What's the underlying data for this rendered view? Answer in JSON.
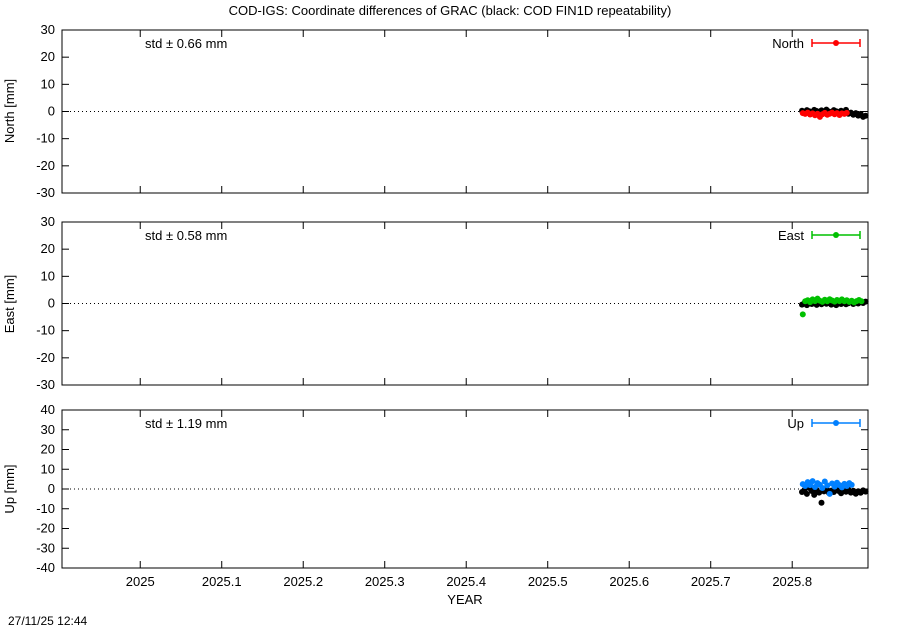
{
  "title": "COD-IGS: Coordinate differences of GRAC (black: COD FIN1D repeatability)",
  "timestamp": "27/11/25 12:44",
  "axes": {
    "xlabel": "YEAR",
    "xlim": [
      2024.904,
      2025.893
    ],
    "x_ticks": [
      2025.0,
      2025.1,
      2025.2,
      2025.3,
      2025.4,
      2025.5,
      2025.6,
      2025.7,
      2025.8
    ],
    "x_tick_labels": [
      "2025",
      "2025.1",
      "2025.2",
      "2025.3",
      "2025.4",
      "2025.5",
      "2025.6",
      "2025.7",
      "2025.8"
    ]
  },
  "chart_data": [
    {
      "type": "scatter",
      "name": "north",
      "ylabel": "North [mm]",
      "ylim": [
        -30,
        30
      ],
      "yticks": [
        -30,
        -20,
        -10,
        0,
        10,
        20,
        30
      ],
      "std_label": "std ± 0.66 mm",
      "legend_label": "North",
      "color": "#ff0000",
      "zero_line": true,
      "series": [
        {
          "name": "COD FIN1D repeatability",
          "color": "#000000",
          "points": [
            [
              2025.812,
              0.3
            ],
            [
              2025.815,
              -0.2
            ],
            [
              2025.818,
              0.5
            ],
            [
              2025.821,
              0.1
            ],
            [
              2025.824,
              -0.4
            ],
            [
              2025.827,
              0.6
            ],
            [
              2025.83,
              0.2
            ],
            [
              2025.833,
              -0.6
            ],
            [
              2025.836,
              0.4
            ],
            [
              2025.839,
              -0.1
            ],
            [
              2025.842,
              0.7
            ],
            [
              2025.845,
              0.0
            ],
            [
              2025.848,
              -0.3
            ],
            [
              2025.851,
              0.5
            ],
            [
              2025.854,
              0.1
            ],
            [
              2025.857,
              -0.5
            ],
            [
              2025.86,
              0.3
            ],
            [
              2025.863,
              -0.2
            ],
            [
              2025.866,
              0.6
            ],
            [
              2025.869,
              -0.8
            ],
            [
              2025.872,
              -0.4
            ],
            [
              2025.875,
              -1.2
            ],
            [
              2025.878,
              -0.6
            ],
            [
              2025.881,
              -1.5
            ],
            [
              2025.884,
              -0.9
            ],
            [
              2025.887,
              -2.0
            ],
            [
              2025.89,
              -1.6
            ]
          ]
        },
        {
          "name": "North COD-IGS",
          "color": "#ff0000",
          "points": [
            [
              2025.813,
              -0.6
            ],
            [
              2025.816,
              -0.9
            ],
            [
              2025.819,
              -0.4
            ],
            [
              2025.822,
              -1.1
            ],
            [
              2025.825,
              -0.7
            ],
            [
              2025.828,
              -1.4
            ],
            [
              2025.831,
              -0.8
            ],
            [
              2025.834,
              -2.0
            ],
            [
              2025.837,
              -1.0
            ],
            [
              2025.84,
              -0.5
            ],
            [
              2025.843,
              -1.2
            ],
            [
              2025.846,
              -0.8
            ],
            [
              2025.849,
              -0.4
            ],
            [
              2025.852,
              -1.0
            ],
            [
              2025.855,
              -0.6
            ],
            [
              2025.858,
              -1.3
            ],
            [
              2025.861,
              -0.7
            ],
            [
              2025.864,
              -0.9
            ],
            [
              2025.867,
              -0.5
            ]
          ]
        }
      ]
    },
    {
      "type": "scatter",
      "name": "east",
      "ylabel": "East [mm]",
      "ylim": [
        -30,
        30
      ],
      "yticks": [
        -30,
        -20,
        -10,
        0,
        10,
        20,
        30
      ],
      "std_label": "std ± 0.58 mm",
      "legend_label": "East",
      "color": "#00c000",
      "zero_line": true,
      "series": [
        {
          "name": "COD FIN1D repeatability",
          "color": "#000000",
          "points": [
            [
              2025.812,
              -0.4
            ],
            [
              2025.815,
              0.2
            ],
            [
              2025.818,
              -0.6
            ],
            [
              2025.821,
              0.4
            ],
            [
              2025.824,
              -0.2
            ],
            [
              2025.827,
              0.5
            ],
            [
              2025.83,
              -0.5
            ],
            [
              2025.833,
              0.3
            ],
            [
              2025.836,
              -0.3
            ],
            [
              2025.839,
              0.6
            ],
            [
              2025.842,
              -0.1
            ],
            [
              2025.845,
              0.4
            ],
            [
              2025.848,
              -0.4
            ],
            [
              2025.851,
              0.2
            ],
            [
              2025.854,
              -0.6
            ],
            [
              2025.857,
              0.3
            ],
            [
              2025.86,
              -0.2
            ],
            [
              2025.863,
              0.5
            ],
            [
              2025.866,
              -0.3
            ],
            [
              2025.869,
              0.1
            ],
            [
              2025.872,
              0.6
            ],
            [
              2025.875,
              -0.2
            ],
            [
              2025.878,
              0.4
            ],
            [
              2025.881,
              0.0
            ],
            [
              2025.884,
              0.5
            ],
            [
              2025.887,
              0.2
            ],
            [
              2025.89,
              0.7
            ]
          ]
        },
        {
          "name": "East COD-IGS",
          "color": "#00c000",
          "points": [
            [
              2025.813,
              -4.0
            ],
            [
              2025.816,
              0.8
            ],
            [
              2025.819,
              1.2
            ],
            [
              2025.822,
              0.5
            ],
            [
              2025.825,
              1.5
            ],
            [
              2025.828,
              0.9
            ],
            [
              2025.831,
              1.8
            ],
            [
              2025.834,
              1.0
            ],
            [
              2025.837,
              0.6
            ],
            [
              2025.84,
              1.4
            ],
            [
              2025.843,
              0.8
            ],
            [
              2025.846,
              1.6
            ],
            [
              2025.849,
              1.1
            ],
            [
              2025.852,
              0.7
            ],
            [
              2025.855,
              1.3
            ],
            [
              2025.858,
              0.9
            ],
            [
              2025.861,
              1.5
            ],
            [
              2025.864,
              0.8
            ],
            [
              2025.867,
              1.2
            ],
            [
              2025.87,
              0.6
            ],
            [
              2025.873,
              1.0
            ],
            [
              2025.876,
              0.4
            ],
            [
              2025.879,
              0.9
            ],
            [
              2025.882,
              1.3
            ],
            [
              2025.885,
              0.8
            ]
          ]
        }
      ]
    },
    {
      "type": "scatter",
      "name": "up",
      "ylabel": "Up [mm]",
      "ylim": [
        -40,
        40
      ],
      "yticks": [
        -40,
        -30,
        -20,
        -10,
        0,
        10,
        20,
        30,
        40
      ],
      "std_label": "std ± 1.19 mm",
      "legend_label": "Up",
      "color": "#0080ff",
      "zero_line": true,
      "series": [
        {
          "name": "COD FIN1D repeatability",
          "color": "#000000",
          "points": [
            [
              2025.812,
              -1.5
            ],
            [
              2025.815,
              -0.5
            ],
            [
              2025.818,
              -2.5
            ],
            [
              2025.821,
              0.5
            ],
            [
              2025.824,
              -1.0
            ],
            [
              2025.827,
              -3.0
            ],
            [
              2025.83,
              -0.5
            ],
            [
              2025.833,
              -1.8
            ],
            [
              2025.836,
              -7.0
            ],
            [
              2025.839,
              -1.2
            ],
            [
              2025.842,
              0.3
            ],
            [
              2025.845,
              -2.0
            ],
            [
              2025.848,
              -0.8
            ],
            [
              2025.851,
              -1.5
            ],
            [
              2025.854,
              0.2
            ],
            [
              2025.857,
              -1.0
            ],
            [
              2025.86,
              -2.2
            ],
            [
              2025.863,
              -0.5
            ],
            [
              2025.866,
              -1.4
            ],
            [
              2025.869,
              -0.3
            ],
            [
              2025.872,
              -1.8
            ],
            [
              2025.875,
              -0.9
            ],
            [
              2025.878,
              -2.4
            ],
            [
              2025.881,
              -1.1
            ],
            [
              2025.884,
              -1.9
            ],
            [
              2025.887,
              -0.7
            ],
            [
              2025.89,
              -1.3
            ]
          ]
        },
        {
          "name": "Up COD-IGS",
          "color": "#0080ff",
          "points": [
            [
              2025.813,
              2.5
            ],
            [
              2025.816,
              1.5
            ],
            [
              2025.819,
              3.5
            ],
            [
              2025.822,
              2.0
            ],
            [
              2025.825,
              4.0
            ],
            [
              2025.828,
              1.0
            ],
            [
              2025.831,
              3.0
            ],
            [
              2025.834,
              2.2
            ],
            [
              2025.837,
              0.5
            ],
            [
              2025.84,
              3.8
            ],
            [
              2025.843,
              1.8
            ],
            [
              2025.846,
              -2.5
            ],
            [
              2025.849,
              2.8
            ],
            [
              2025.852,
              1.2
            ],
            [
              2025.855,
              3.2
            ],
            [
              2025.858,
              2.0
            ],
            [
              2025.861,
              0.8
            ],
            [
              2025.864,
              2.6
            ],
            [
              2025.867,
              1.5
            ],
            [
              2025.87,
              3.0
            ],
            [
              2025.873,
              2.1
            ]
          ]
        }
      ]
    }
  ]
}
